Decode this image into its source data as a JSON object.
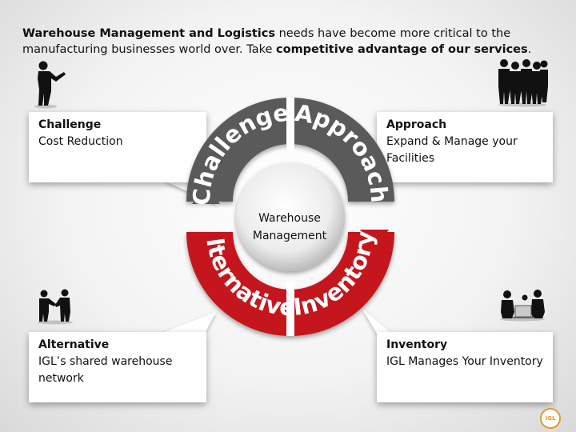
{
  "intro": {
    "bold1": "Warehouse Management and Logistics",
    "normal1": " needs have become more critical to the manufacturing businesses world over. Take ",
    "bold2": "competitive advantage of our services",
    "normal2": "."
  },
  "bubbles": {
    "top_left": {
      "title": "Challenge",
      "body": "Cost Reduction"
    },
    "top_right": {
      "title": "Approach",
      "body": "Expand & Manage your Facilities"
    },
    "bottom_left": {
      "title": "Alternative",
      "body": "IGL’s shared warehouse network"
    },
    "bottom_right": {
      "title": "Inventory",
      "body": "IGL Manages Your Inventory"
    }
  },
  "cycle": {
    "center": "Warehouse Management",
    "segments": {
      "challenge": "Challenge",
      "approach": "Approach",
      "inventory": "Inventory",
      "alternative": "Alternative"
    }
  },
  "colors": {
    "gray_segment": "#5a5a5a",
    "red_segment": "#c4161c",
    "logo": "#e39a2d"
  },
  "logo_text": "IGL"
}
